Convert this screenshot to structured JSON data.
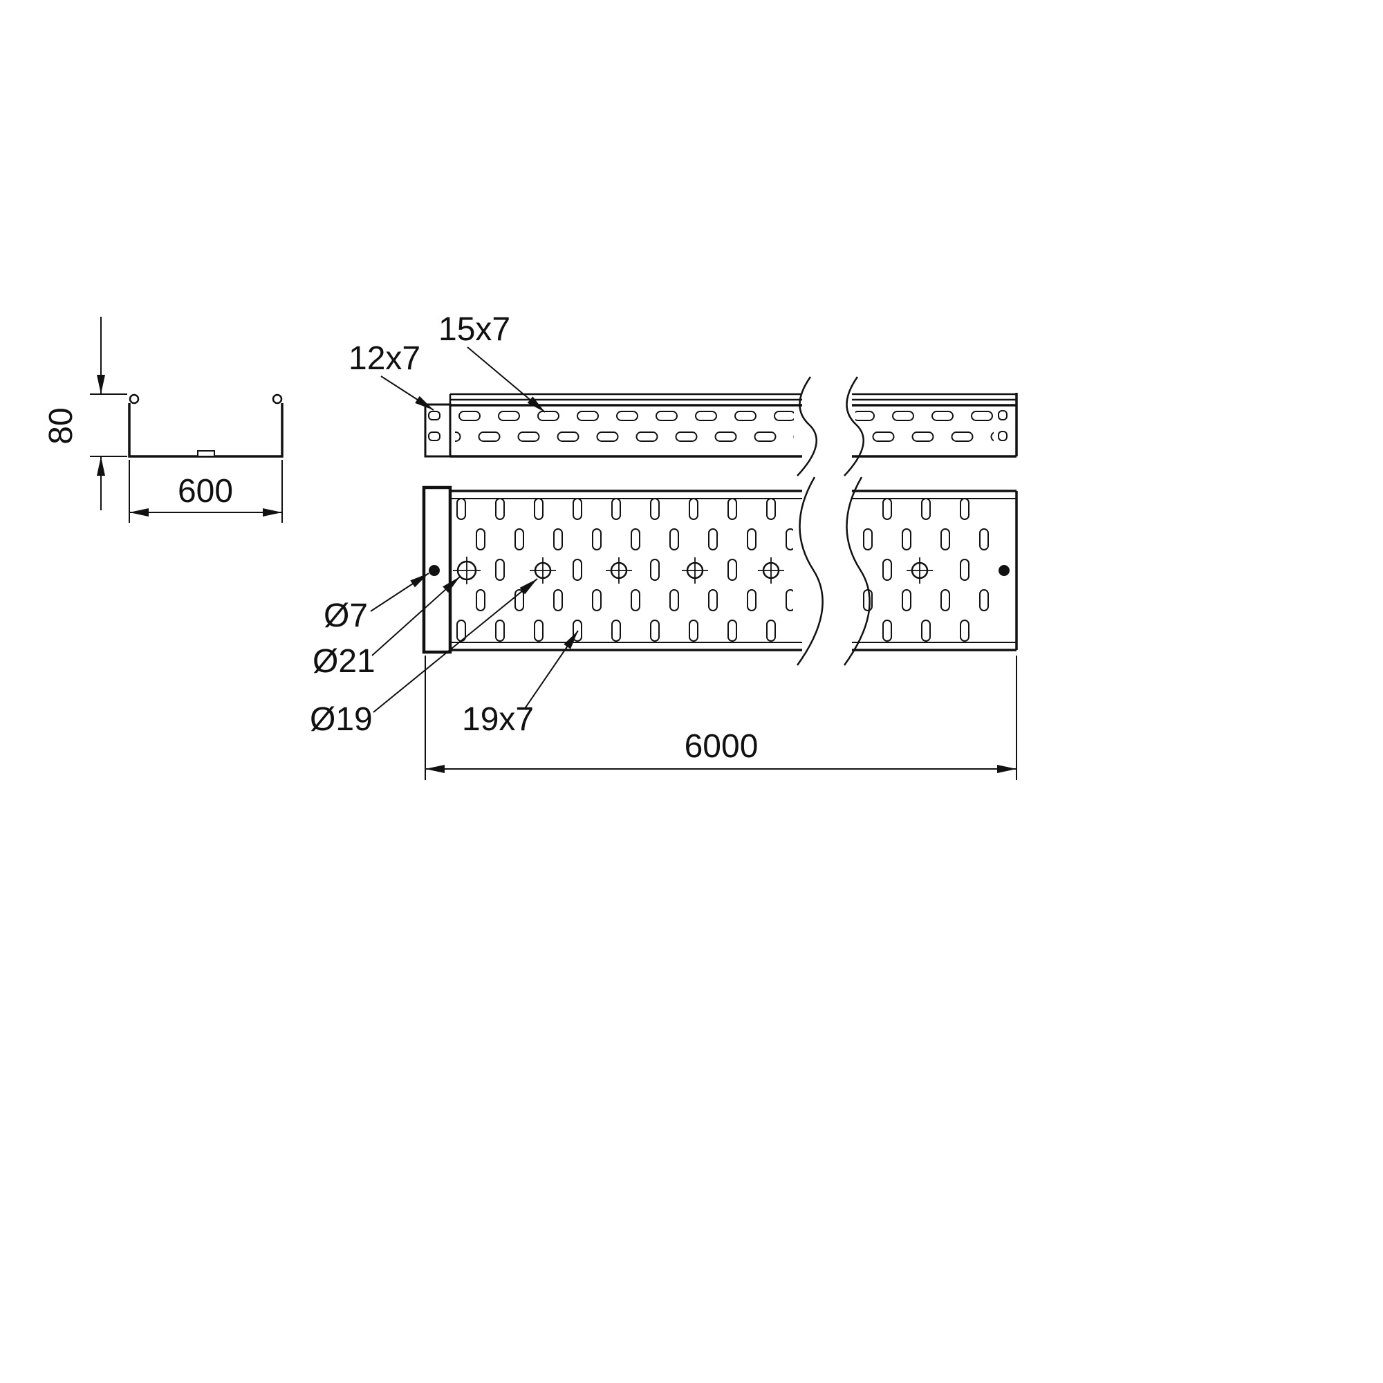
{
  "drawing": {
    "colors": {
      "line": "#111111",
      "background": "#ffffff"
    },
    "cross_section": {
      "height_dim": "80",
      "width_dim": "600"
    },
    "side_view": {
      "end_slot_label": "12x7",
      "side_slot_label": "15x7"
    },
    "plan_view": {
      "small_hole_label": "Ø7",
      "large_hole_label": "Ø21",
      "mid_hole_label": "Ø19",
      "bottom_slot_label": "19x7",
      "length_dim": "6000"
    }
  }
}
